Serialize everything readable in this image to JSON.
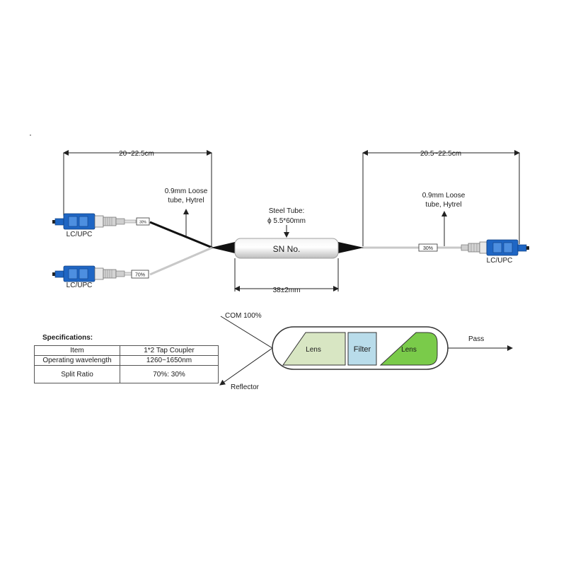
{
  "dimensions": {
    "left_length": "20~22.5cm",
    "right_length": "20.5~22.5cm",
    "tube_length": "38±2mm"
  },
  "labels": {
    "loose_tube_left": [
      "0.9mm Loose",
      "tube, Hytrel"
    ],
    "loose_tube_right": [
      "0.9mm Loose",
      "tube, Hytrel"
    ],
    "steel_tube": [
      "Steel Tube:",
      "ϕ 5.5*60mm"
    ],
    "sn_no": "SN No.",
    "connector_top_left": "LC/UPC",
    "connector_bottom_left": "LC/UPC",
    "connector_right": "LC/UPC",
    "tag_top_left": "30%",
    "tag_bottom_left": "70%",
    "tag_right": "30%"
  },
  "schematic": {
    "com": "COM 100%",
    "reflector": "Reflector",
    "pass": "Pass",
    "lens_left": "Lens",
    "filter": "Filter",
    "lens_right": "Lens"
  },
  "specifications": {
    "title": "Specifications:",
    "rows": [
      [
        "Item",
        "1*2 Tap Coupler"
      ],
      [
        "Operating wavelength",
        "1260~1650nm"
      ],
      [
        "Split Ratio",
        "70%: 30%"
      ]
    ]
  },
  "colors": {
    "connector_blue": "#1f66c4",
    "lens_light": "#d8e6c3",
    "lens_green": "#7acb4a",
    "filter_blue": "#b9dcea",
    "fiber_black": "#111111",
    "fiber_gray": "#c8c8c8"
  }
}
